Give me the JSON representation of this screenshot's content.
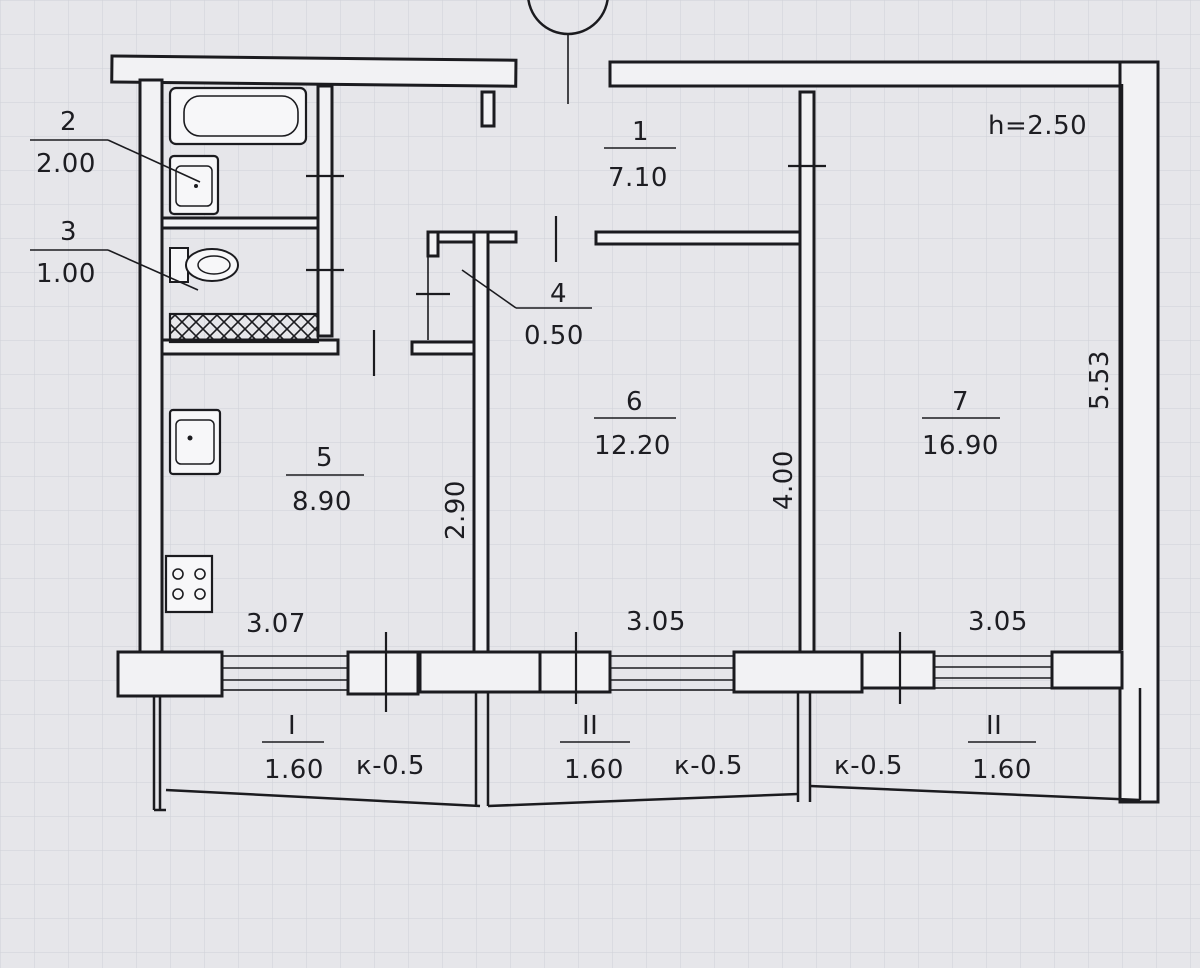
{
  "ceiling_height": "h=2.50",
  "rooms": [
    {
      "number": "1",
      "area": "7.10"
    },
    {
      "number": "2",
      "area": "2.00"
    },
    {
      "number": "3",
      "area": "1.00"
    },
    {
      "number": "4",
      "area": "0.50"
    },
    {
      "number": "5",
      "area": "8.90"
    },
    {
      "number": "6",
      "area": "12.20"
    },
    {
      "number": "7",
      "area": "16.90"
    }
  ],
  "dimensions": {
    "kitchen_width": "3.07",
    "room6_width": "3.05",
    "room7_width": "3.05",
    "kitchen_depth": "2.90",
    "room6_depth": "4.00",
    "room7_depth": "5.53"
  },
  "windows": [
    {
      "type": "I",
      "size": "1.60",
      "sill": "к-0.5"
    },
    {
      "type": "II",
      "size": "1.60",
      "sill": "к-0.5"
    },
    {
      "type": "II",
      "size": "1.60",
      "sill": "к-0.5"
    }
  ],
  "colors": {
    "paper": "#e6e6ea",
    "ink": "#1b1b1f",
    "wall_fill": "#f2f2f4"
  }
}
